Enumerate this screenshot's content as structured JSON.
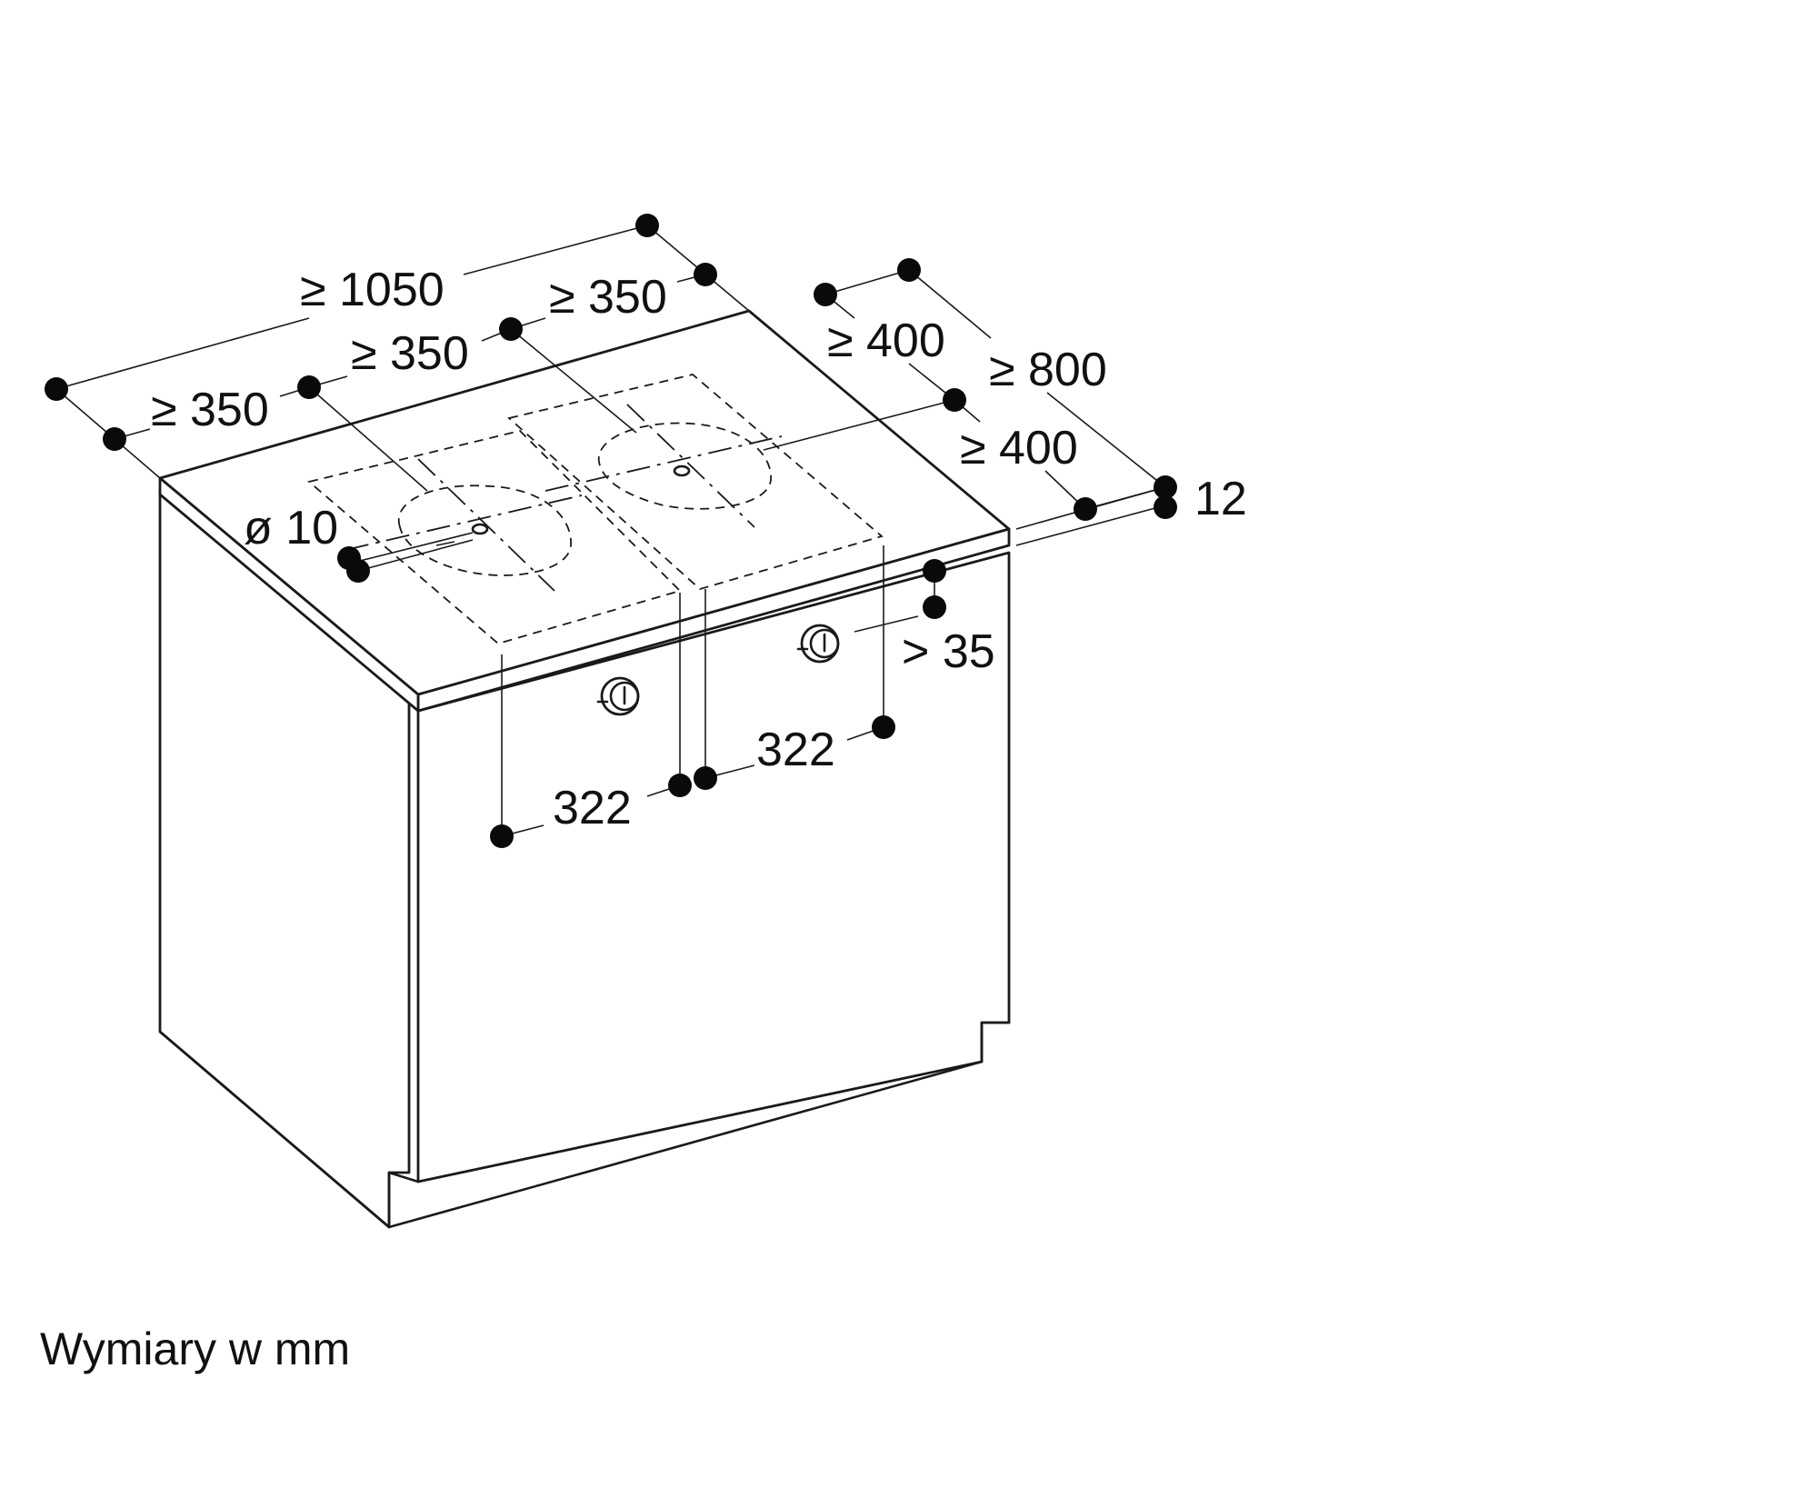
{
  "dimensions": {
    "total_width": "≥ 1050",
    "left_margin": "≥ 350",
    "middle_a": "≥ 350",
    "middle_b": "≥ 350",
    "depth_total": "≥ 800",
    "depth_back": "≥ 400",
    "depth_front": "≥ 400",
    "top_thickness": "12",
    "front_offset": "> 35",
    "hole_diameter": "ø 10",
    "cutout_left": "322",
    "cutout_right": "322"
  },
  "caption": "Wymiary w mm"
}
